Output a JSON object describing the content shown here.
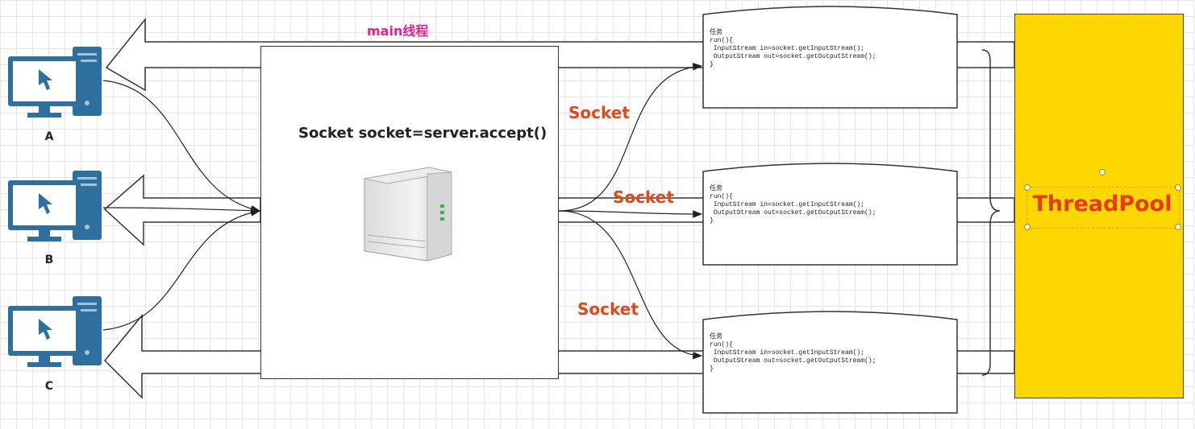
{
  "labels": {
    "main_thread": "main线程",
    "accept_call": "Socket socket=server.accept()",
    "thread_pool": "ThreadPool",
    "socket_labels": [
      "Socket",
      "Socket",
      "Socket"
    ]
  },
  "clients": [
    {
      "label": "A"
    },
    {
      "label": "B"
    },
    {
      "label": "C"
    }
  ],
  "tasks": [
    {
      "code": "任务\nrun(){\n InputStream in=socket.getInputStream();\n OutputStream out=socket.getOutputStream();\n}"
    },
    {
      "code": "任务\nrun(){\n InputStream in=socket.getInputStream();\n OutputStream out=socket.getOutputStream();\n}"
    },
    {
      "code": "任务\nrun(){\n InputStream in=socket.getInputStream();\n OutputStream out=socket.getOutputStream();\n}"
    }
  ],
  "colors": {
    "main_label": "#e0258a",
    "socket_label": "#e04a1a",
    "pool_fill": "#ffd700",
    "pool_label": "#e83a12",
    "monitor": "#2f6f9e"
  },
  "icons": [
    "computer-icon",
    "server-icon"
  ]
}
